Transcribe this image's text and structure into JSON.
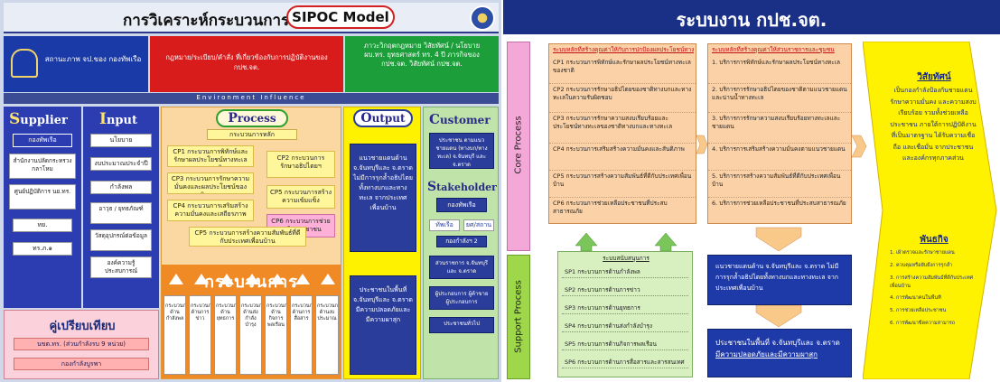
{
  "left": {
    "title": "การวิเคราะห์กระบวนการ",
    "title_badge": "SIPOC Model",
    "banner": {
      "agency": "สถานะภาพ จป.ของ กองทัพเรือ",
      "laws": "กฎหมาย/ระเบียบ/คำสั่ง ที่เกี่ยวข้องกับการปฏิบัติงานของ กปช.จต.",
      "strategy": "ภาวะวิกฤตกฎหมาย วิสัยทัศน์ / นโยบาย ผบ.ทร. ยุทธศาสตร์ ทร. 4 ปี ภารกิจของ กปช.จต. วิสัยทัศน์ กปช.จต.",
      "env": "Environment   Influence"
    },
    "supplier": {
      "heading_initial": "S",
      "heading_rest": "upplier",
      "items": [
        "กองทัพเรือ",
        "สำนักงานปลัดกระทรวงกลาโหม",
        "ศูนย์ปฏิบัติการ นย.ทร.",
        "ทย.",
        "ทร.ภ.๑"
      ]
    },
    "input": {
      "heading_initial": "I",
      "heading_rest": "nput",
      "items": [
        "นโยบาย",
        "งบประมาณประจำปี",
        "กำลังพล",
        "อาวุธ / ยุทธภัณฑ์",
        "วัสดุอุปกรณ์ต่อข้อมูล",
        "องค์ความรู้ ประสบการณ์"
      ]
    },
    "process": {
      "heading_initial": "P",
      "heading_rest": "rocess",
      "sub": "กระบวนการหลัก",
      "items": [
        "CP1 กระบวนการพิทักษ์และรักษาผลประโยชน์ทางทะเลของชาติ",
        "CP2 กระบวนการรักษาอธิปไตยฯ",
        "CP3 กระบวนการรักษาความมั่นคงและผลประโยชน์ของชาติทางทะเล",
        "CP4 กระบวนการเสริมสร้างความมั่นคงและเสถียรภาพ",
        "CP5 กระบวนการสร้างความเข้มแข็ง",
        "CP6 กระบวนการช่วยเหลือประชาชน",
        "CP5 กระบวนการสร้างความสัมพันธ์ที่ดีกับประเทศเพื่อนบ้าน"
      ],
      "support_word": "กระบวนการ",
      "support_items": [
        "กระบวนการด้านกำลังพล",
        "กระบวนการด้านการข่าว",
        "กระบวนการด้านยุทธการ",
        "กระบวนการด้านส่งกำลังบำรุง",
        "กระบวนการด้านกิจการพลเรือน",
        "กระบวนการด้านการสื่อสาร",
        "กระบวนการด้านงบประมาณ"
      ]
    },
    "output": {
      "heading_initial": "O",
      "heading_rest": "utput",
      "box1": "แนวชายแดนด้าน จ.จันทบุรีและ จ.ตราด ไม่มีการรุกล้ำอธิปไตยทั้งทางบกและทางทะเล จากประเทศเพื่อนบ้าน",
      "box2": "ประชาชนในพื้นที่ จ.จันทบุรีและ จ.ตราด มีความปลอดภัยและ มีความผาสุก"
    },
    "customer": {
      "heading_initial": "C",
      "heading_rest": "ustomer",
      "box": "ประชาชน ตามแนวชายแดน (ทางบก/ทางทะเล) จ.จันทบุรี และ จ.ตราด"
    },
    "stakeholder": {
      "heading_initial": "S",
      "heading_rest": "takeholder",
      "main": "กองทัพเรือ",
      "chip1": "ทัพเรือ",
      "chip2": "ยศ/สถาน",
      "chip3": "กองกำลังฯ 2",
      "items": [
        "ส่วนราชการ จ.จันทบุรี และ จ.ตราด",
        "ผู้ประกอบการ ผู้ค้าขาย ผู้ประกอบการ",
        "ประชาชนทั่วไป"
      ]
    },
    "benchmark": {
      "title": "คู่เปรียบเทียบ",
      "items": [
        "นขต.ทร. (ส่วนกำลังรบ 9 หน่วย)",
        "กองกำลังบูรพา"
      ]
    }
  },
  "right": {
    "title": "ระบบงาน กปช.จต.",
    "core_label": "Core Process",
    "support_label": "Support Process",
    "core1": {
      "heading": "ระบบหลักที่สร้างคุณค่าให้กับการปกป้องผลประโยชน์ทางทะเล",
      "items": [
        "CP1 กระบวนการพิทักษ์และรักษาผลประโยชน์ทางทะเลของชาติ",
        "CP2 กระบวนการรักษาอธิปไตยของชาติทางบกและทางทะเลในความรับผิดชอบ",
        "CP3 กระบวนการรักษาความสงบเรียบร้อยและประโยชน์ทางทะเลของชาติทางบกและทางทะเล",
        "CP4 กระบวนการเสริมสร้างความมั่นคงและสันติภาพ",
        "CP5 กระบวนการสร้างความสัมพันธ์ที่ดีกับประเทศเพื่อนบ้าน",
        "CP6 กระบวนการช่วยเหลือประชาชนที่ประสบสาธารณภัย"
      ]
    },
    "core2": {
      "heading": "ระบบหลักที่สร้างคุณค่าให้ส่วนราชการและชุมชน",
      "items": [
        "1. บริการการพิทักษ์และรักษาผลประโยชน์ทางทะเล",
        "2. บริการการรักษาอธิปไตยของชาติตามแนวชายแดนและน่านน้ำทางทะเล",
        "3. บริการการรักษาความสงบเรียบร้อยทางทะเลและชายแดน",
        "4. บริการการเสริมสร้างความมั่นคงตามแนวชายแดน",
        "5. บริการการสร้างความสัมพันธ์ที่ดีกับประเทศเพื่อนบ้าน",
        "6. บริการการช่วยเหลือประชาชนที่ประสบสาธารณภัย"
      ]
    },
    "support": {
      "heading": "ระบบสนับสนุนการ",
      "items": [
        "SP1 กระบวนการด้านกำลังพล",
        "SP2 กระบวนการด้านการข่าว",
        "SP3 กระบวนการด้านยุทธการ",
        "SP4 กระบวนการด้านส่งกำลังบำรุง",
        "SP5 กระบวนการด้านกิจการพลเรือน",
        "SP6 กระบวนการด้านการสื่อสารและสารสนเทศ"
      ]
    },
    "outcome1": "แนวชายแดนด้าน จ.จันทบุรีและ จ.ตราด ไม่มีการรุกล้ำอธิปไตยทั้งทางบกและทางทะเล จาก ประเทศเพื่อนบ้าน",
    "outcome2_a": "ประชาชนในพื้นที่ จ.จันทบุรีและ จ.ตราด ",
    "outcome2_b": "มีความปลอดภัยและมีความผาสุก",
    "vision": {
      "title": "วิสัยทัศน์",
      "text": "เป็นกองกำลังป้องกันชายแดน รักษาความมั่นคง และความสงบเรียบร้อย รวมทั้งช่วยเหลือประชาชน ภายใต้การปฏิบัติงานที่เป็นมาตรฐาน ได้รับความเชื่อถือ และเชื่อมั่น จากประชาชน และองค์กรทุกภาคส่วน"
    },
    "mission": {
      "title": "พันธกิจ",
      "items": [
        "1. เฝ้าตรวจและรักษาชายแดน",
        "2. ควบคุมหรือยับยั้งการรุกล้ำ",
        "3. การสร้างความสัมพันธ์ที่ดีกับประเทศเพื่อนบ้าน",
        "4. การพัฒนาคนในพื้นที่",
        "5. การช่วยเหลือประชาชน",
        "6. การพัฒนาขีดความสามารถ"
      ]
    }
  }
}
